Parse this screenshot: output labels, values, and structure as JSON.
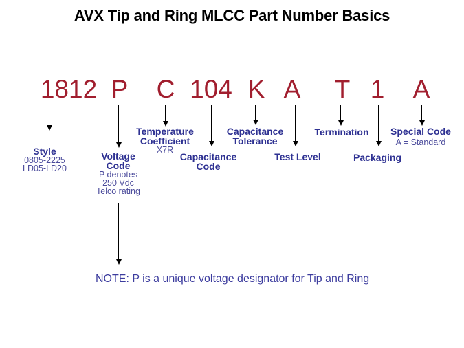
{
  "title": "AVX Tip and Ring MLCC Part Number Basics",
  "note": "NOTE: P is a unique voltage designator for Tip and Ring",
  "colors": {
    "background": "#ffffff",
    "title": "#000000",
    "part_code": "#a11e2e",
    "label": "#2e3192",
    "sublabel": "#4c4c9c",
    "note": "#3c3c9e",
    "arrow": "#000000"
  },
  "part_number": "1812 P C 104 K A T 1 A",
  "segments": [
    {
      "code": "1812",
      "label": "Style",
      "sub": [
        "0805-2225",
        "LD05-LD20"
      ]
    },
    {
      "code": "P",
      "label": "Voltage Code",
      "sub": [
        "P denotes",
        "250 Vdc",
        "Telco rating"
      ]
    },
    {
      "code": "C",
      "label": "Temperature Coefficient",
      "sub": [
        "X7R"
      ]
    },
    {
      "code": "104",
      "label": "Capacitance Code",
      "sub": []
    },
    {
      "code": "K",
      "label": "Capacitance Tolerance",
      "sub": []
    },
    {
      "code": "A",
      "label": "Test Level",
      "sub": []
    },
    {
      "code": "T",
      "label": "Termination",
      "sub": []
    },
    {
      "code": "1",
      "label": "Packaging",
      "sub": []
    },
    {
      "code": "A",
      "label": "Special Code",
      "sub": [
        "A = Standard"
      ]
    }
  ]
}
